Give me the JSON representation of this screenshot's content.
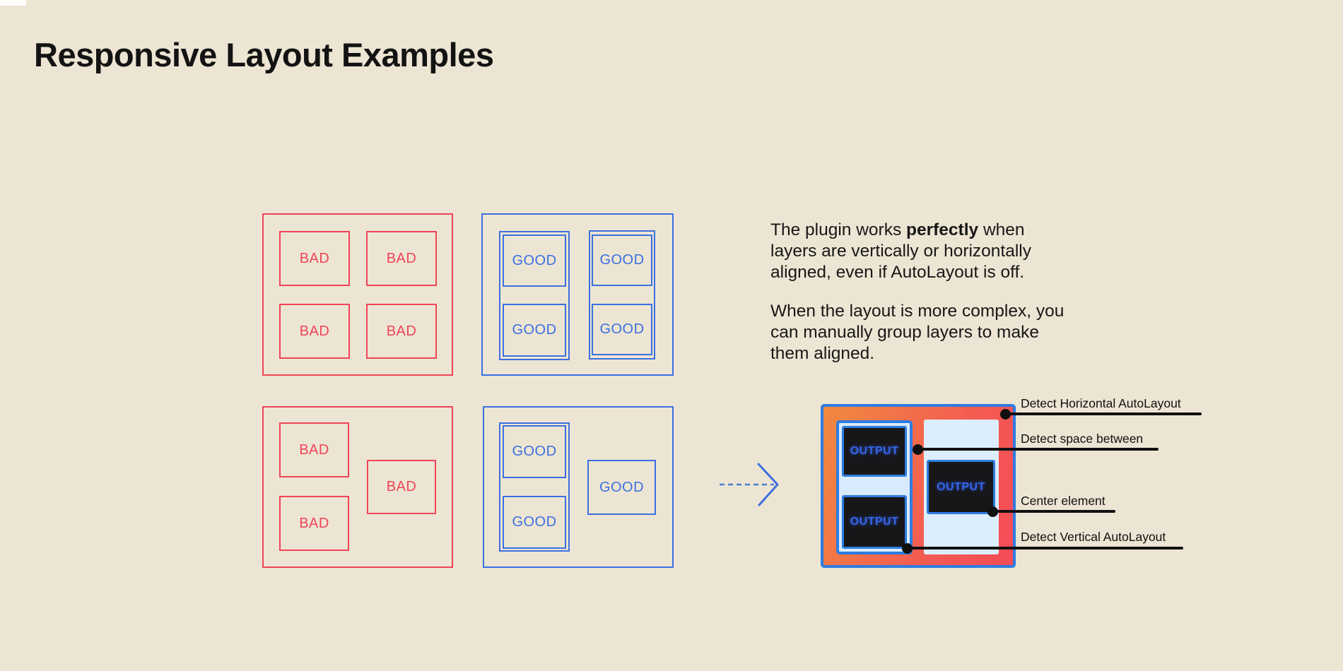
{
  "title": "Responsive Layout Examples",
  "labels": {
    "bad": "BAD",
    "good": "GOOD",
    "output": "OUTPUT"
  },
  "description": {
    "p1": {
      "l1a": "The plugin works ",
      "l1b": "perfectly",
      "l1c": " when",
      "l2": "layers are vertically or horizontally",
      "l3": "aligned, even if AutoLayout is off."
    },
    "p2": {
      "l1": "When the layout is more complex, you",
      "l2": "can manually group layers to make",
      "l3": "them aligned."
    }
  },
  "annotations": {
    "horizontal": "Detect Horizontal AutoLayout",
    "space": "Detect space between",
    "center": "Center element",
    "vertical": "Detect Vertical AutoLayout"
  },
  "colors": {
    "background": "#EDE5D3",
    "bad_red": "#EF4458",
    "good_blue": "#3A70E0",
    "output_border_blue": "#2F7CE1",
    "output_text_blue": "#3566E8",
    "panel_light_blue": "#D8EBFC",
    "gradient_orange": "#F08A3F",
    "gradient_red": "#F54B57",
    "annotation_black": "#101010",
    "dark_box": "#17171A"
  }
}
